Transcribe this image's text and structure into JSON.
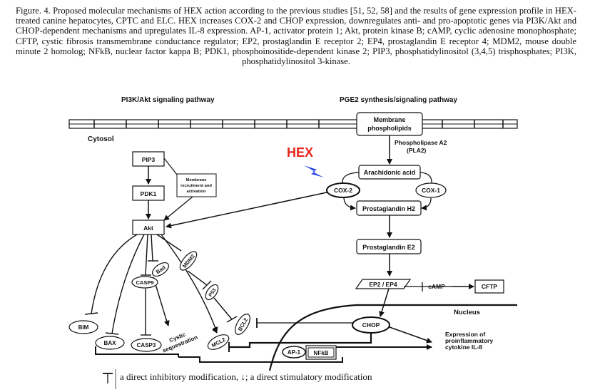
{
  "caption": "Figure. 4. Proposed molecular mechanisms of HEX action according to the previous studies [51, 52, 58] and the results of gene expression profile in HEX-treated canine hepatocytes, CPTC and ELC. HEX increases COX-2 and CHOP expression, downregulates anti- and pro-apoptotic genes via PI3K/Akt and CHOP-dependent mechanisms and upregulates IL-8 expression. AP-1, activator protein 1; Akt, protein kinase B; cAMP, cyclic adenosine monophosphate; CFTP, cystic fibrosis transmembrane conductance regulator; EP2, prostaglandin E receptor 2; EP4, prostaglandin E receptor 4; MDM2, mouse double minute 2 homolog; NFkB, nuclear factor kappa B; PDK1, phosphoinositide-dependent kinase 2; PIP3, phosphatidylinositol (3,4,5) trisphosphates; PI3K, phosphatidylinositol 3-kinase.",
  "diagram": {
    "pathway_left": "PI3K/Akt signaling pathway",
    "pathway_right": "PGE2 synthesis/signaling pathway",
    "cytosol": "Cytosol",
    "nucleus": "Nucleus",
    "hex": "HEX",
    "membrane_phospholipids": [
      "Membrane",
      "phospholipids"
    ],
    "pla2": [
      "Phospholipase A2",
      "(PLA2)"
    ],
    "arachidonic_acid": "Arachidonic acid",
    "cox2": "COX-2",
    "cox1": "COX-1",
    "pgh2": "Prostaglandin H2",
    "pge2": "Prostaglandin E2",
    "ep2_ep4": "EP2 / EP4",
    "camp": "cAMP",
    "cftp": "CFTP",
    "chop": "CHOP",
    "pip3": "PIP3",
    "pdk1": "PDK1",
    "membrane_recruitment": [
      "Membrane",
      "recruitment and",
      "activation"
    ],
    "akt": "Akt",
    "bad": "Bad",
    "mdm2": "MDM2",
    "casp9": "CASP9",
    "p53": "P53",
    "bcl2": "BCL2",
    "bim": "BIM",
    "bax": "BAX",
    "casp3": "CASP3",
    "cystic_seq": [
      "Cystic",
      "sequestration"
    ],
    "mcl2": "MCL2",
    "ap1": "AP-1",
    "nfkb": "NFkB",
    "il8": [
      "Expression of",
      "proinflammatory",
      "cytokine IL-8"
    ]
  },
  "footer": "a direct inhibitory modification, ↓; a direct stimulatory modification",
  "colors": {
    "hex_red": "#e8231b",
    "lightning_blue": "#1f3fe0"
  }
}
